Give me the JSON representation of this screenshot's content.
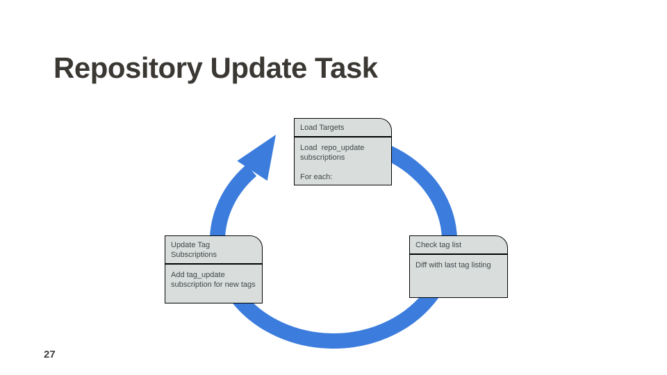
{
  "slide": {
    "title": "Repository Update Task",
    "page_number": "27"
  },
  "theme": {
    "background": "#ffffff",
    "title-color": "#3b3834",
    "pagenum-color": "#3d3d3d",
    "text-color": "#3f4447",
    "box-fill": "#d9dedd",
    "box-border": "#000000",
    "arrow-color": "#3b7cdd"
  },
  "diagram": {
    "type": "cycle",
    "direction": "clockwise",
    "nodes": [
      {
        "position": "top",
        "header": "Load Targets",
        "body": "Load  repo_update\nsubscriptions\n\nFor each:"
      },
      {
        "position": "right",
        "header": "Check tag list",
        "body": "Diff with last tag listing"
      },
      {
        "position": "left",
        "header": "Update Tag\nSubscriptions",
        "body": "Add tag_update\nsubscription for new tags"
      }
    ]
  }
}
